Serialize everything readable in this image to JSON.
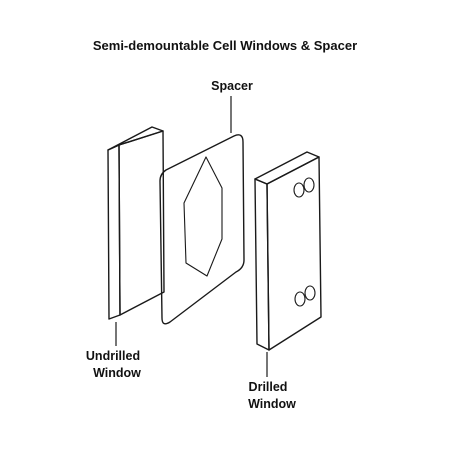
{
  "title": "Semi-demountable Cell Windows & Spacer",
  "labels": {
    "spacer": "Spacer",
    "undrilled_line1": "Undrilled",
    "undrilled_line2": "Window",
    "drilled_line1": "Drilled",
    "drilled_line2": "Window"
  },
  "colors": {
    "window_front": "#e6e6e6",
    "window_side": "#c9c9c9",
    "window_top": "#f2f2f2",
    "spacer_fill": "#ffffff",
    "cutout_fill": "#e4e4e4",
    "outline": "#1a1a1a"
  },
  "drilled_window_holes": 2
}
